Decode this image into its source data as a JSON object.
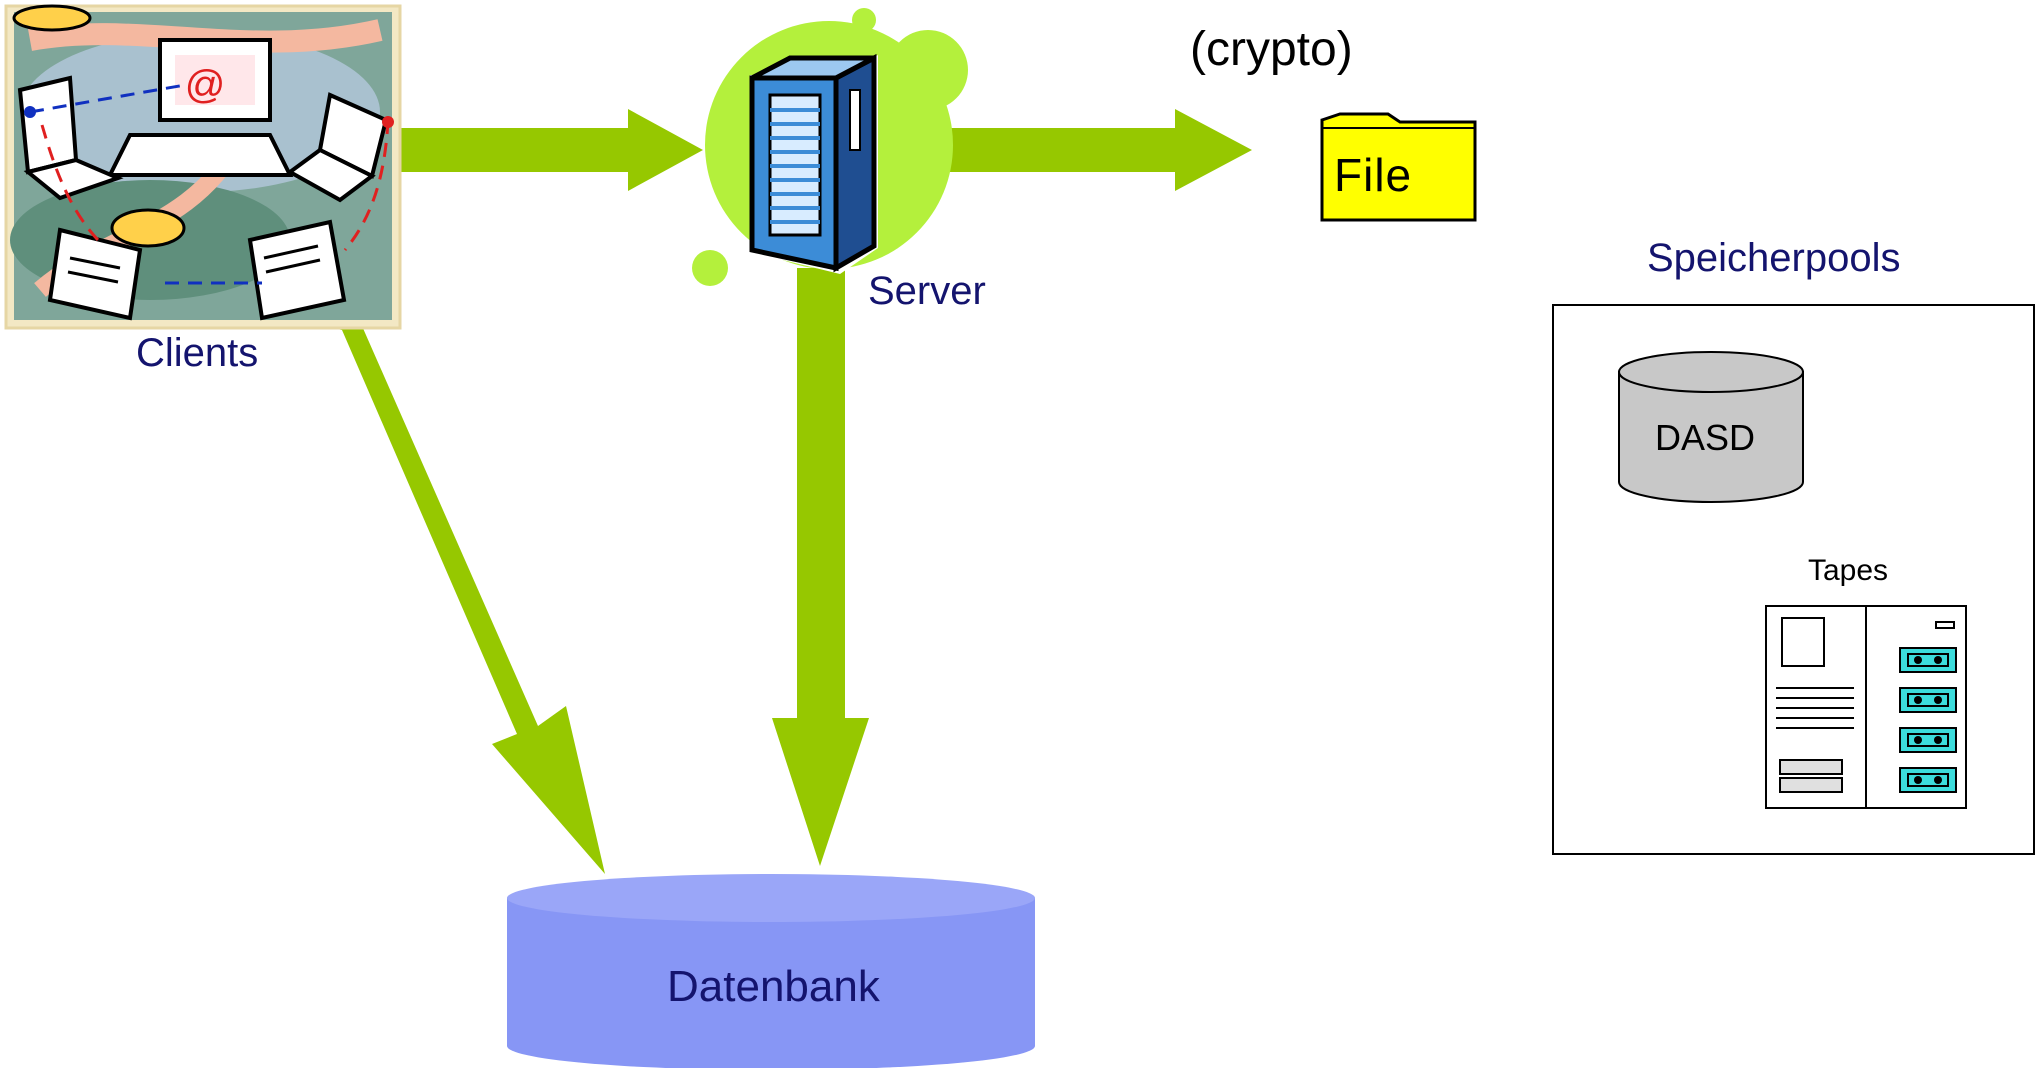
{
  "labels": {
    "clients": "Clients",
    "server": "Server",
    "crypto": "(crypto)",
    "file": "File",
    "speicherpools": "Speicherpools",
    "dasd": "DASD",
    "tapes": "Tapes",
    "datenbank": "Datenbank"
  },
  "colors": {
    "arrow": "#96c800",
    "label_blue": "#14146e",
    "server_bubble": "#b4f03c",
    "server_body": "#3c8cd7",
    "file_folder": "#ffff00",
    "dasd_fill": "#c8c8c8",
    "datenbank_fill": "#8796f5",
    "datenbank_top": "#9aa6f8",
    "tape_slot": "#3cdcdc"
  },
  "icons": {
    "clients": "networked-computers-clipart-icon",
    "server": "server-tower-icon",
    "file": "file-folder-icon",
    "dasd": "disk-cylinder-icon",
    "tapes": "tape-library-icon",
    "datenbank": "database-cylinder-icon"
  }
}
